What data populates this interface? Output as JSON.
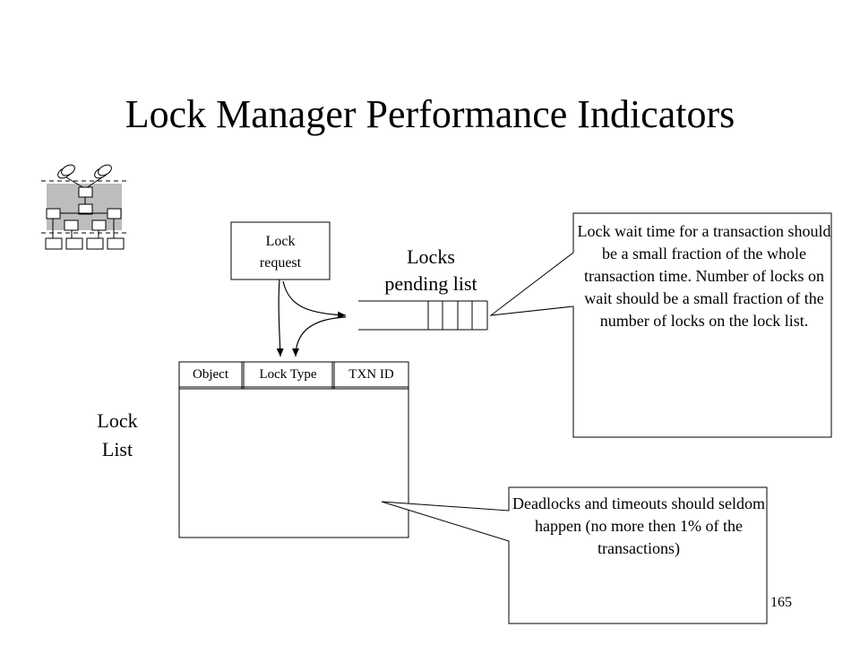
{
  "slide": {
    "title": "Lock Manager Performance Indicators",
    "page_number": "165"
  },
  "diagram": {
    "lock_request": {
      "label": "Lock\nrequest"
    },
    "locks_pending_list": {
      "label": "Locks\npending list",
      "slots": 4
    },
    "lock_list": {
      "label": "Lock\nList",
      "columns": [
        "Object",
        "Lock Type",
        "TXN ID"
      ]
    },
    "callouts": {
      "wait_time": "Lock wait time for a transaction should be a small fraction of the whole transaction time. Number of locks on wait should be a small fraction of the number of locks on the lock list.",
      "deadlocks": "Deadlocks and timeouts should seldom happen  (no more then 1% of the transactions)"
    },
    "system_icon": {
      "icon": "system-architecture-icon"
    }
  }
}
